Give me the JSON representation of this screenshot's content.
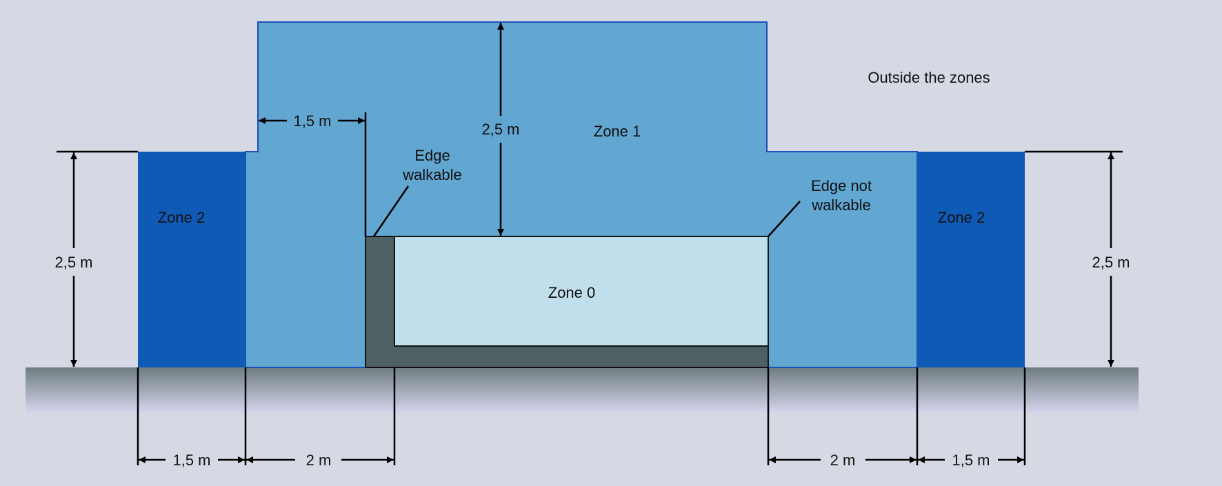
{
  "colors": {
    "background": "#d6d9e3",
    "zone1": "#62a6d2",
    "zone2": "#0f5ab5",
    "zone0": "#c0deec",
    "pool_wall": "#4f6064",
    "outline": "#1d4fb8",
    "ground_top": "#6e7c80",
    "ground_bottom": "#d7d7ef",
    "dimension_line": "#000000"
  },
  "zones": {
    "outside": "Outside the zones",
    "zone1": "Zone 1",
    "zone2_left": "Zone 2",
    "zone2_right": "Zone 2",
    "zone0": "Zone 0"
  },
  "edges": {
    "walkable": [
      "Edge",
      "walkable"
    ],
    "not_walkable": [
      "Edge not",
      "walkable"
    ]
  },
  "dimensions": {
    "left_height": "2,5 m",
    "right_height": "2,5 m",
    "zone1_height": "2,5 m",
    "zone1_top_width": "1,5 m",
    "bottom_left_zone2": "1,5 m",
    "bottom_left_zone1": "2 m",
    "bottom_right_zone1": "2 m",
    "bottom_right_zone2": "1,5 m"
  }
}
